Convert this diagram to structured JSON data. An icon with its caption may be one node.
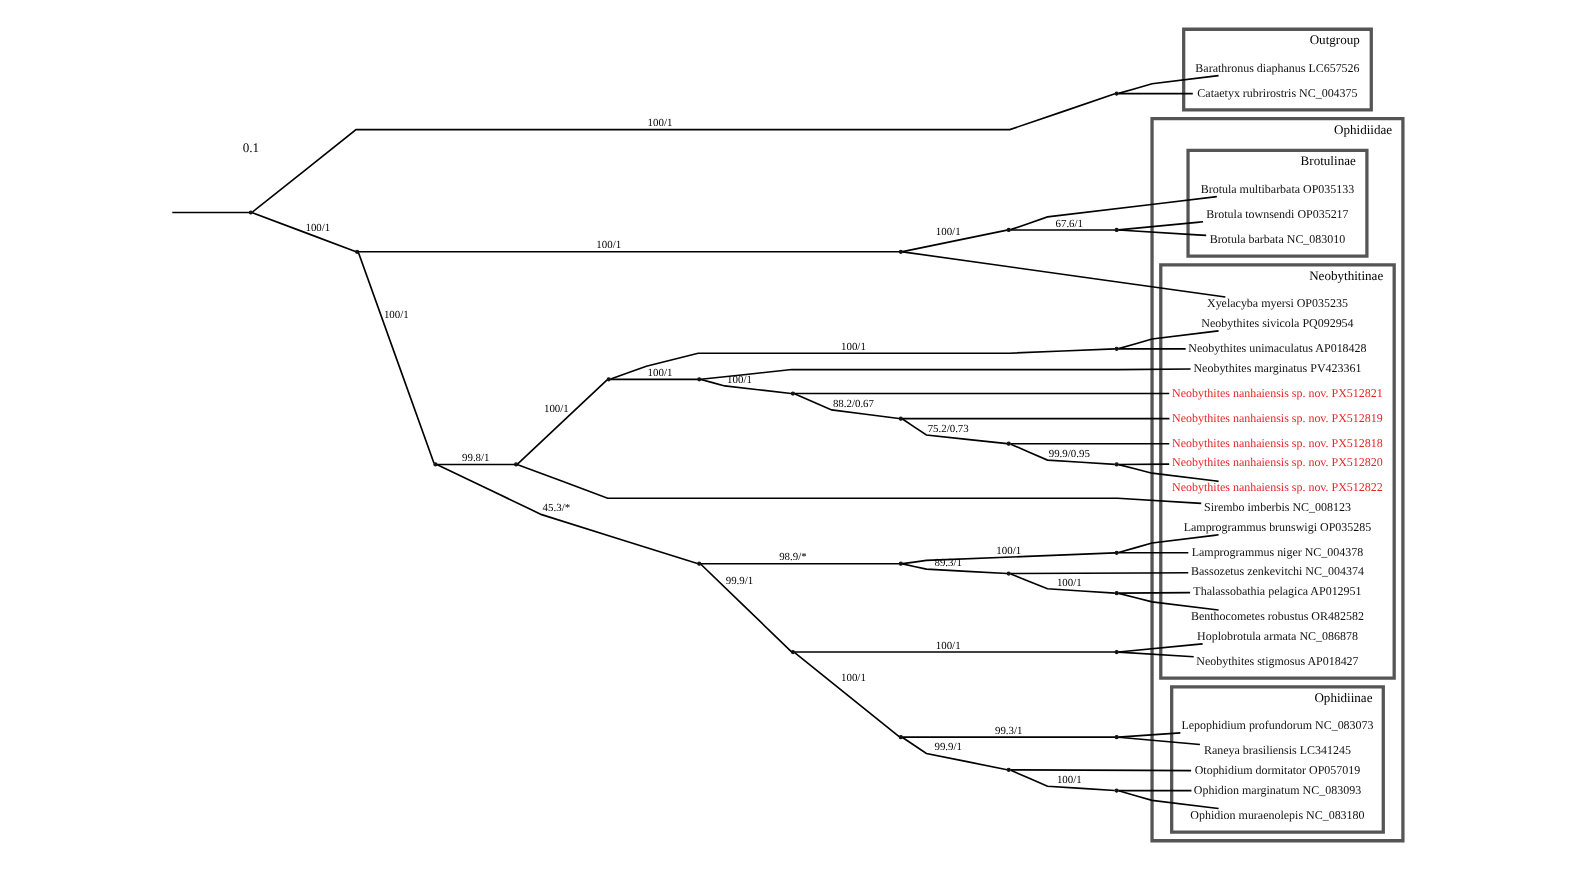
{
  "diagram": {
    "nodes": [
      {
        "text": [
          "Outgroup"
        ]
      },
      {
        "text": [
          "Ophidiidae"
        ]
      },
      {
        "text": [
          "Brotulinae"
        ],
        "in": 1
      },
      {
        "text": [
          "Neobythitinae"
        ],
        "in": 1
      },
      {
        "text": [
          "Ophidiinae"
        ],
        "in": 1
      },
      {
        "text": [
          "Cataetyx rubrirostris NC_004375"
        ],
        "in": 0
      },
      {
        "text": [
          "Barathronus diaphanus LC657526"
        ],
        "in": 0
      },
      {
        "text": [
          "Brotula multibarbata OP035133"
        ],
        "in": 2
      },
      {
        "text": [
          "Brotula townsendi OP035217"
        ],
        "in": 2
      },
      {
        "text": [
          "Brotula barbata NC_083010"
        ],
        "in": 2
      },
      {
        "text": [
          "Xyelacyba myersi OP035235"
        ],
        "in": 3
      },
      {
        "text": [
          "Sirembo imberbis NC_008123"
        ],
        "in": 3
      },
      {
        "text": [
          "Neobythites unimaculatus AP018428"
        ],
        "in": 3
      },
      {
        "text": [
          "Neobythites sivicola PQ092954"
        ],
        "in": 3
      },
      {
        "text": [
          "Neobythites marginatus PV423361"
        ],
        "in": 3
      },
      {
        "text": [
          "Neobythites nanhaiensis sp. nov. PX512821"
        ],
        "in": 3
      },
      {
        "text": [
          "Neobythites nanhaiensis sp. nov. PX512819"
        ],
        "in": 3
      },
      {
        "text": [
          "Neobythites nanhaiensis sp. nov. PX512818"
        ],
        "in": 3
      },
      {
        "text": [
          "Neobythites nanhaiensis sp. nov. PX512822"
        ],
        "in": 3
      },
      {
        "text": [
          "Neobythites nanhaiensis sp. nov. PX512820"
        ],
        "in": 3
      },
      {
        "text": [
          "Lamprogrammus niger NC_004378"
        ],
        "in": 3
      },
      {
        "text": [
          "Lamprogrammus brunswigi OP035285"
        ],
        "in": 3
      },
      {
        "text": [
          "Bassozetus zenkevitchi NC_004374"
        ],
        "in": 3
      },
      {
        "text": [
          "Benthocometes robustus OR482582"
        ],
        "in": 3
      },
      {
        "text": [
          "Thalassobathia pelagica AP012951"
        ],
        "in": 3
      },
      {
        "text": [
          "Neobythites stigmosus AP018427"
        ],
        "in": 3
      },
      {
        "text": [
          "Hoplobrotula armata NC_086878"
        ],
        "in": 3
      },
      {
        "text": [
          "Raneya brasiliensis LC341245"
        ],
        "in": 4
      },
      {
        "text": [
          "Lepophidium profundorum NC_083073"
        ],
        "in": 4
      },
      {
        "text": [
          "Otophidium dormitator OP057019"
        ],
        "in": 4
      },
      {
        "text": [
          "Ophidion muraenolepis NC_083180"
        ],
        "in": 4
      },
      {
        "text": [
          "Ophidion marginatum NC_083093"
        ],
        "in": 4
      },
      {
        "text": [],
        "shape": "point"
      },
      {
        "text": [],
        "shape": "point"
      },
      {
        "text": [],
        "shape": "point"
      },
      {
        "text": [],
        "shape": "point"
      },
      {
        "text": [],
        "shape": "point"
      },
      {
        "text": [],
        "shape": "point"
      },
      {
        "text": [],
        "shape": "point"
      },
      {
        "text": [],
        "shape": "point"
      },
      {
        "text": [],
        "shape": "point"
      },
      {
        "text": [],
        "shape": "point"
      },
      {
        "text": [],
        "shape": "point"
      },
      {
        "text": [],
        "shape": "point"
      },
      {
        "text": [],
        "shape": "point"
      },
      {
        "text": [],
        "shape": "point"
      },
      {
        "text": [],
        "shape": "point"
      },
      {
        "text": [],
        "shape": "point"
      },
      {
        "text": [],
        "shape": "point"
      },
      {
        "text": [],
        "shape": "point"
      },
      {
        "text": [],
        "shape": "point"
      },
      {
        "text": [],
        "shape": "point"
      },
      {
        "text": [],
        "shape": "point"
      },
      {
        "text": [],
        "shape": "point"
      },
      {
        "text": [],
        "shape": "point"
      },
      {
        "text": [],
        "shape": "point"
      },
      {
        "text": [],
        "shape": "point"
      },
      {
        "text": [],
        "shape": "point"
      }
    ],
    "edges": [
      {
        "from": null,
        "to": 32,
        "arrow": "none"
      },
      {
        "from": 32,
        "to": 33,
        "arrow": "none",
        "label": "100/1"
      },
      {
        "from": 33,
        "to": 5,
        "arrow": "none"
      },
      {
        "from": 33,
        "to": 6,
        "arrow": "none"
      },
      {
        "from": 32,
        "to": 34,
        "arrow": "none",
        "label": "100/1"
      },
      {
        "from": 34,
        "to": 35,
        "arrow": "none",
        "label": "100/1"
      },
      {
        "from": 35,
        "to": 36,
        "arrow": "none",
        "label": "100/1"
      },
      {
        "from": 36,
        "to": 7,
        "arrow": "none"
      },
      {
        "from": 36,
        "to": 37,
        "arrow": "none",
        "label": "67.6/1"
      },
      {
        "from": 37,
        "to": 8,
        "arrow": "none"
      },
      {
        "from": 37,
        "to": 9,
        "arrow": "none"
      },
      {
        "from": 35,
        "to": 10,
        "arrow": "none"
      },
      {
        "from": 34,
        "to": 38,
        "arrow": "none",
        "label": "100/1"
      },
      {
        "from": 38,
        "to": 39,
        "arrow": "none",
        "label": "99.8/1"
      },
      {
        "from": 39,
        "to": 11,
        "arrow": "none"
      },
      {
        "from": 39,
        "to": 40,
        "arrow": "none",
        "label": "100/1"
      },
      {
        "from": 40,
        "to": 41,
        "arrow": "none",
        "label": "100/1"
      },
      {
        "from": 41,
        "to": 12,
        "arrow": "none"
      },
      {
        "from": 41,
        "to": 13,
        "arrow": "none"
      },
      {
        "from": 40,
        "to": 42,
        "arrow": "none",
        "label": "100/1"
      },
      {
        "from": 42,
        "to": 14,
        "arrow": "none"
      },
      {
        "from": 42,
        "to": 43,
        "arrow": "none",
        "label": "100/1"
      },
      {
        "from": 43,
        "to": 15,
        "arrow": "none"
      },
      {
        "from": 43,
        "to": 44,
        "arrow": "none",
        "label": "88.2/0.67"
      },
      {
        "from": 44,
        "to": 16,
        "arrow": "none"
      },
      {
        "from": 44,
        "to": 45,
        "arrow": "none",
        "label": "75.2/0.73"
      },
      {
        "from": 45,
        "to": 17,
        "arrow": "none"
      },
      {
        "from": 45,
        "to": 46,
        "arrow": "none",
        "label": "99.9/0.95"
      },
      {
        "from": 46,
        "to": 18,
        "arrow": "none"
      },
      {
        "from": 46,
        "to": 19,
        "arrow": "none"
      },
      {
        "from": 38,
        "to": 47,
        "arrow": "none",
        "label": "45.3/*"
      },
      {
        "from": 47,
        "to": 48,
        "arrow": "none",
        "label": "98.9/*"
      },
      {
        "from": 48,
        "to": 49,
        "arrow": "none",
        "label": "100/1"
      },
      {
        "from": 49,
        "to": 20,
        "arrow": "none"
      },
      {
        "from": 49,
        "to": 21,
        "arrow": "none"
      },
      {
        "from": 48,
        "to": 50,
        "arrow": "none",
        "label": "89.3/1"
      },
      {
        "from": 50,
        "to": 22,
        "arrow": "none"
      },
      {
        "from": 50,
        "to": 51,
        "arrow": "none",
        "label": "100/1"
      },
      {
        "from": 51,
        "to": 23,
        "arrow": "none"
      },
      {
        "from": 51,
        "to": 24,
        "arrow": "none"
      },
      {
        "from": 47,
        "to": 52,
        "arrow": "none",
        "label": "99.9/1"
      },
      {
        "from": 52,
        "to": 53,
        "arrow": "none",
        "label": "100/1"
      },
      {
        "from": 53,
        "to": 25,
        "arrow": "none"
      },
      {
        "from": 53,
        "to": 26,
        "arrow": "none"
      },
      {
        "from": 52,
        "to": 54,
        "arrow": "none",
        "label": "100/1"
      },
      {
        "from": 54,
        "to": 55,
        "arrow": "none",
        "label": "99.3/1"
      },
      {
        "from": 55,
        "to": 27,
        "arrow": "none"
      },
      {
        "from": 55,
        "to": 28,
        "arrow": "none"
      },
      {
        "from": 54,
        "to": 56,
        "arrow": "none",
        "label": "99.9/1"
      },
      {
        "from": 56,
        "to": 29,
        "arrow": "none"
      },
      {
        "from": 56,
        "to": 57,
        "arrow": "none",
        "label": "100/1"
      },
      {
        "from": 57,
        "to": 30,
        "arrow": "none"
      },
      {
        "from": 57,
        "to": 31,
        "arrow": "none"
      }
    ],
    "labels": [
      "0.1"
    ]
  }
}
